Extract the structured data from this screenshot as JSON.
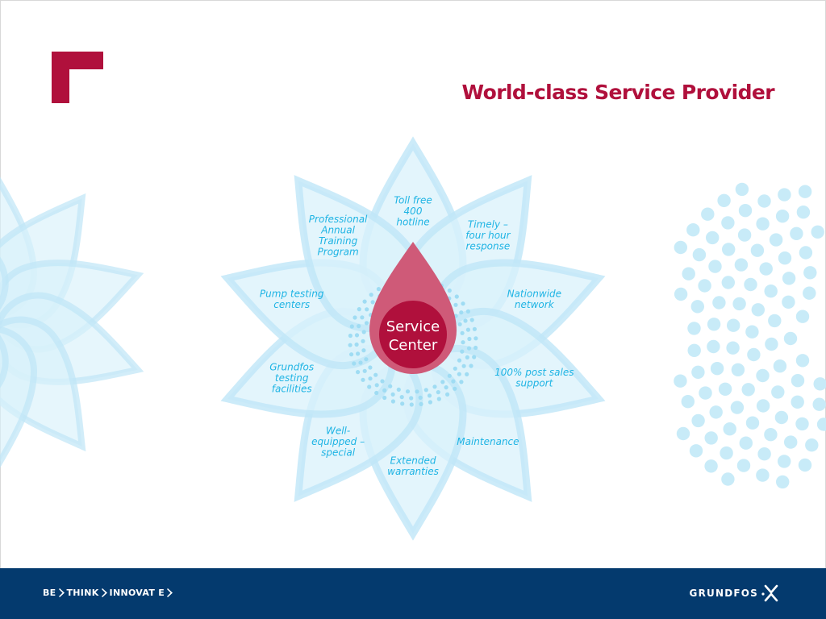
{
  "title": "World-class Service Provider",
  "center_label": [
    "Service",
    "Center"
  ],
  "petals": [
    {
      "lines": [
        "Toll free",
        "400",
        "hotline"
      ]
    },
    {
      "lines": [
        "Timely –",
        "four hour",
        "response"
      ]
    },
    {
      "lines": [
        "Nationwide",
        "network"
      ]
    },
    {
      "lines": [
        "100% post sales",
        "support"
      ]
    },
    {
      "lines": [
        "Maintenance"
      ]
    },
    {
      "lines": [
        "Extended",
        "warranties"
      ]
    },
    {
      "lines": [
        "Well-",
        "equipped –",
        "special"
      ]
    },
    {
      "lines": [
        "Grundfos",
        "testing",
        "facilities"
      ]
    },
    {
      "lines": [
        "Pump testing",
        "centers"
      ]
    },
    {
      "lines": [
        "Professional",
        "Annual",
        "Training",
        "Program"
      ]
    }
  ],
  "footer": {
    "slogan_words": [
      "BE",
      "THINK",
      "INNOVAT E"
    ],
    "brand": "GRUNDFOS"
  },
  "colors": {
    "brand_red": "#b0103c",
    "petal_light": "#d9f1fb",
    "petal_edge": "#bfe6f7",
    "label_blue": "#1fb4e4",
    "dot_blue": "#c8ebf8",
    "footer_navy": "#043a6e"
  }
}
